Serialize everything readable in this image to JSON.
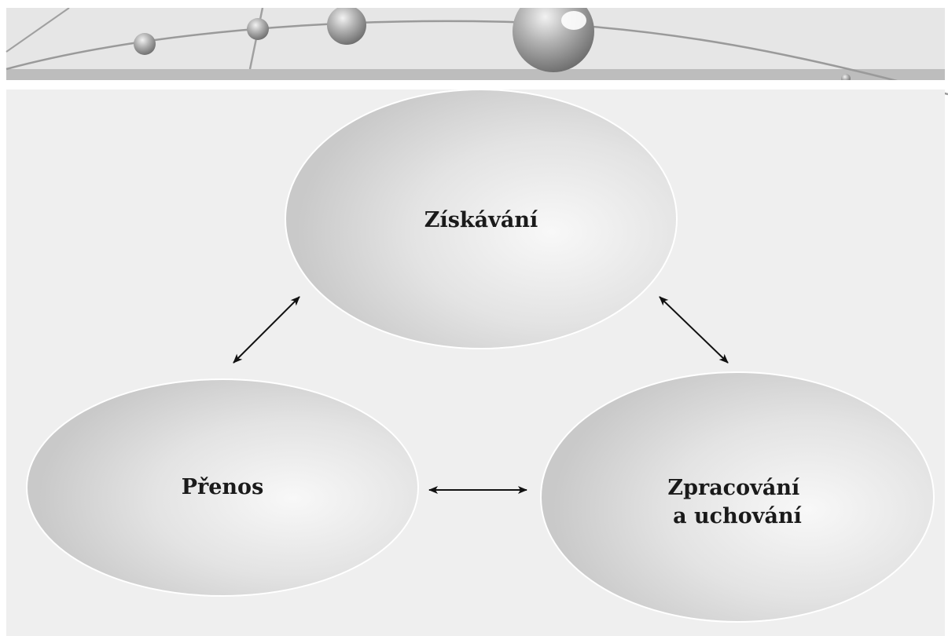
{
  "diagram": {
    "type": "cycle",
    "nodes": [
      {
        "id": "ziskavani",
        "lines": [
          "Získávání"
        ]
      },
      {
        "id": "prenos",
        "lines": [
          "Přenos"
        ]
      },
      {
        "id": "zpracovani",
        "lines": [
          "Zpracování",
          "a uchování"
        ]
      }
    ],
    "edges": [
      {
        "from": "ziskavani",
        "to": "prenos",
        "direction": "both"
      },
      {
        "from": "ziskavani",
        "to": "zpracovani",
        "direction": "both"
      },
      {
        "from": "prenos",
        "to": "zpracovani",
        "direction": "both"
      }
    ],
    "colors": {
      "panel": "#efefef",
      "node_fill_light": "#f7f7f7",
      "node_fill_dark": "#cfcfcf",
      "arrow": "#111111"
    }
  }
}
